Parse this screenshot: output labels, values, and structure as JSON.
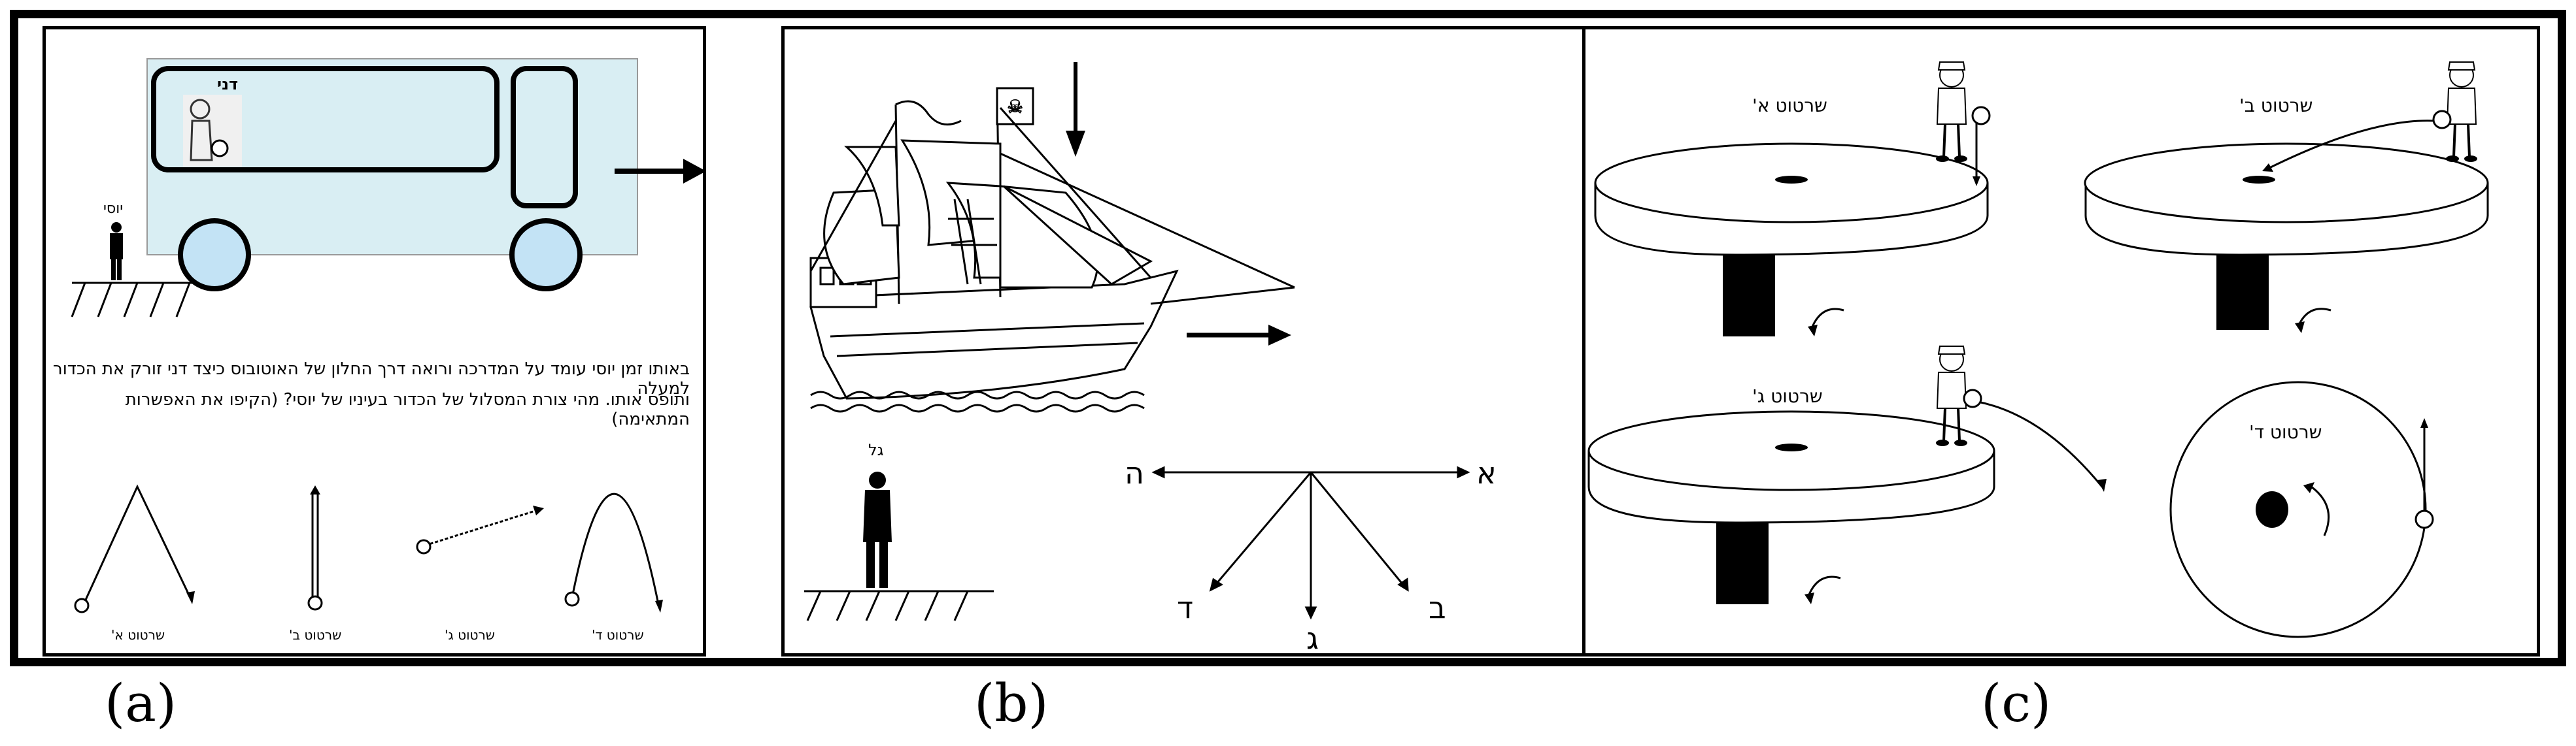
{
  "panel_a": {
    "label": "(a)",
    "bus_person_name": "דני",
    "observer_name": "יוסי",
    "question_line1": "באותו זמן יוסי עומד על המדרכה ורואה דרך החלון של האוטובוס כיצד דני זורק את הכדור למעלה",
    "question_line2": "ותופס אותו. מהי צורת המסלול של הכדור בעיניו של יוסי? (הקיפו את האפשרות המתאימה)",
    "answers": [
      "שרטוט א'",
      "שרטוט ב'",
      "שרטוט ג'",
      "שרטוט ד'"
    ],
    "colors": {
      "bus_fill": "#d9eef3",
      "wheel_fill": "#c3e3f5"
    }
  },
  "panel_b": {
    "label": "(b)",
    "observer_name": "גל",
    "directions": {
      "left": "ה",
      "right": "א",
      "down_left": "ד",
      "down": "ג",
      "down_right": "ב"
    }
  },
  "panel_c": {
    "label": "(c)",
    "titles": [
      "שרטוט א'",
      "שרטוט ב'",
      "שרטוט ג'",
      "שרטוט ד'"
    ]
  }
}
